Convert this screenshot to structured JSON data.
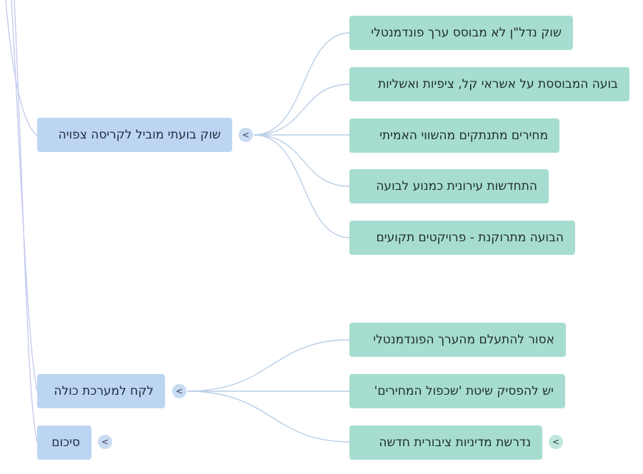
{
  "branches": [
    {
      "label": "שוק בועתי מוביל לקריסה צפויה",
      "toggle": "<",
      "children": [
        "שוק נדל\"ן לא מבוסס ערך פונדמנטלי",
        "בועה המבוססת על אשראי קל, ציפיות ואשליות",
        "מחירים מתנתקים מהשווי האמיתי",
        "התחדשות עירונית כמנוע לבועה",
        "הבועה מתרוקנת - פרויקטים תקועים"
      ]
    },
    {
      "label": "לקח למערכת כולה",
      "toggle": "<",
      "children": [
        "אסור להתעלם מהערך הפונדמנטלי",
        "יש להפסיק שיטת 'שכפול המחירים'",
        "נדרשת מדיניות ציבורית חדשה"
      ],
      "last_child_toggle": "<"
    },
    {
      "label": "סיכום",
      "toggle": "<",
      "children": []
    }
  ],
  "colors": {
    "branch_node": "#bcd5f2",
    "leaf_node": "#a6ddd0",
    "connector": "#b9cfe6",
    "root_line": "#c5caf0"
  }
}
